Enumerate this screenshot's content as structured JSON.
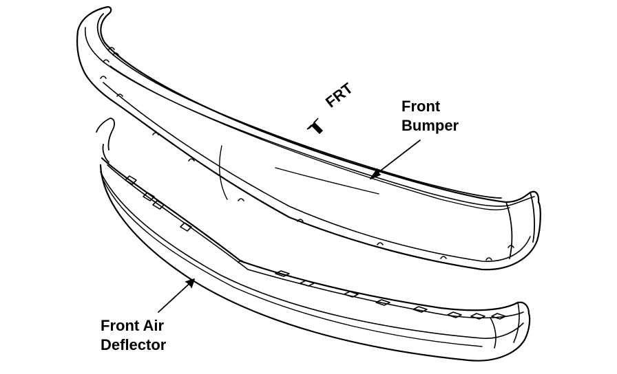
{
  "labels": {
    "front_bumper_line1": "Front",
    "front_bumper_line2": "Bumper",
    "front_air_deflector_line1": "Front Air",
    "front_air_deflector_line2": "Deflector",
    "direction": "FRT"
  },
  "colors": {
    "ink": "#000000",
    "background": "#ffffff"
  },
  "icons": {
    "direction_arrow": "arrow-down-left-icon"
  }
}
